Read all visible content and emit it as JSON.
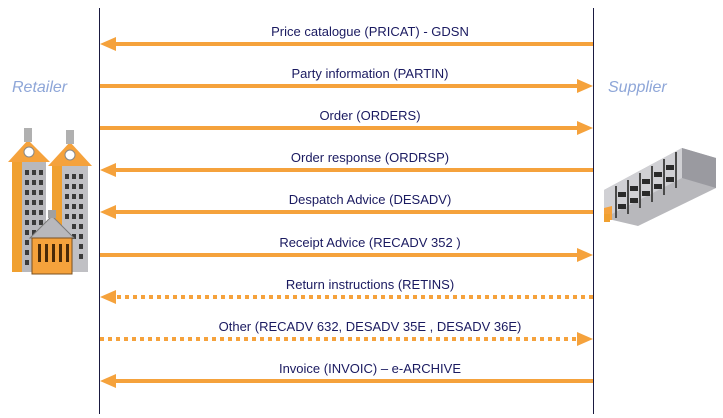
{
  "parties": {
    "retailer": "Retailer",
    "supplier": "Supplier"
  },
  "colors": {
    "arrow": "#f5a23c",
    "label": "#1a1a60",
    "party": "#8ea6d8",
    "lifeline": "#1a1a40"
  },
  "messages": [
    {
      "label": "Price catalogue (PRICAT) - GDSN",
      "direction": "to-retailer",
      "style": "solid"
    },
    {
      "label": "Party information (PARTIN)",
      "direction": "to-supplier",
      "style": "solid"
    },
    {
      "label": "Order (ORDERS)",
      "direction": "to-supplier",
      "style": "solid"
    },
    {
      "label": "Order response (ORDRSP)",
      "direction": "to-retailer",
      "style": "solid"
    },
    {
      "label": "Despatch Advice (DESADV)",
      "direction": "to-retailer",
      "style": "solid"
    },
    {
      "label": "Receipt Advice (RECADV 352 )",
      "direction": "to-supplier",
      "style": "solid"
    },
    {
      "label": "Return instructions (RETINS)",
      "direction": "to-retailer",
      "style": "dotted"
    },
    {
      "label": "Other (RECADV 632, DESADV 35E , DESADV 36E)",
      "direction": "to-supplier",
      "style": "dotted"
    },
    {
      "label": "Invoice (INVOIC) – e-ARCHIVE",
      "direction": "to-retailer",
      "style": "solid"
    }
  ],
  "icons": {
    "retailer": "retailer-buildings-icon",
    "supplier": "supplier-building-icon"
  }
}
